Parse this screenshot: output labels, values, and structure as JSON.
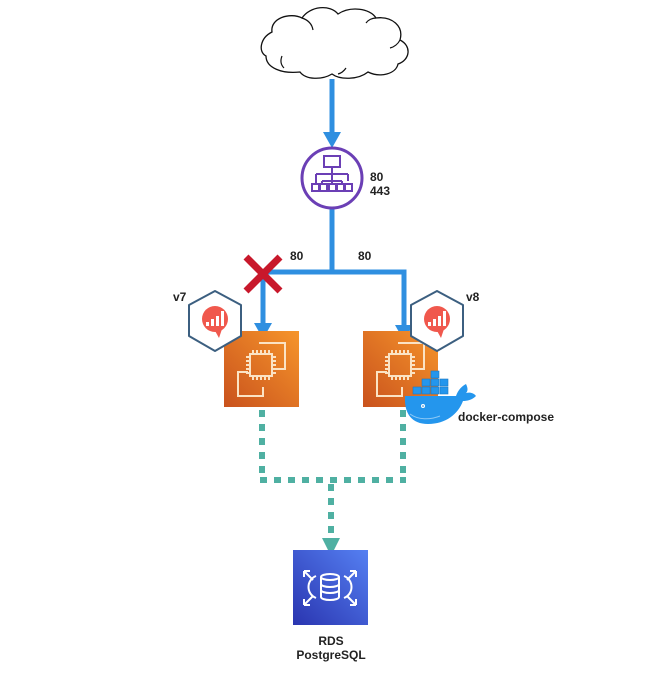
{
  "title": "Deployment architecture diagram",
  "colors": {
    "flow_arrow": "#2f8fe0",
    "db_link": "#4fb0a2",
    "load_balancer": "#6b3fb5",
    "ec2_gradient_start": "#c9521d",
    "ec2_gradient_end": "#f6952b",
    "rds_gradient_start": "#2a35b0",
    "rds_gradient_end": "#5580f2",
    "blocked": "#c8182b",
    "monitoring_badge": "#f0584d",
    "badge_border": "#3c5f80",
    "docker": "#2496ed"
  },
  "nodes": {
    "internet": {
      "name": "Internet cloud",
      "icon": "cloud-icon"
    },
    "load_balancer": {
      "name": "Load balancer",
      "icon": "load-balancer-icon",
      "ports": [
        "80",
        "443"
      ]
    },
    "server_v7": {
      "name": "EC2 instance",
      "icon": "ec2-instance-icon",
      "version": "v7",
      "port": "80",
      "status": "blocked",
      "badge_icon": "monitoring-badge-icon"
    },
    "server_v8": {
      "name": "EC2 instance",
      "icon": "ec2-instance-icon",
      "version": "v8",
      "port": "80",
      "status": "active",
      "badge_icon": "monitoring-badge-icon",
      "runtime": "docker-compose",
      "runtime_icon": "docker-whale-icon"
    },
    "database": {
      "icon": "rds-database-icon",
      "label_line1": "RDS",
      "label_line2": "PostgreSQL"
    }
  },
  "edges": [
    {
      "from": "internet",
      "to": "load_balancer",
      "style": "solid"
    },
    {
      "from": "load_balancer",
      "to": "server_v7",
      "style": "solid",
      "label": "80",
      "blocked": true
    },
    {
      "from": "load_balancer",
      "to": "server_v8",
      "style": "solid",
      "label": "80",
      "blocked": false
    },
    {
      "from": "server_v7",
      "to": "database",
      "style": "dotted"
    },
    {
      "from": "server_v8",
      "to": "database",
      "style": "dotted"
    }
  ]
}
